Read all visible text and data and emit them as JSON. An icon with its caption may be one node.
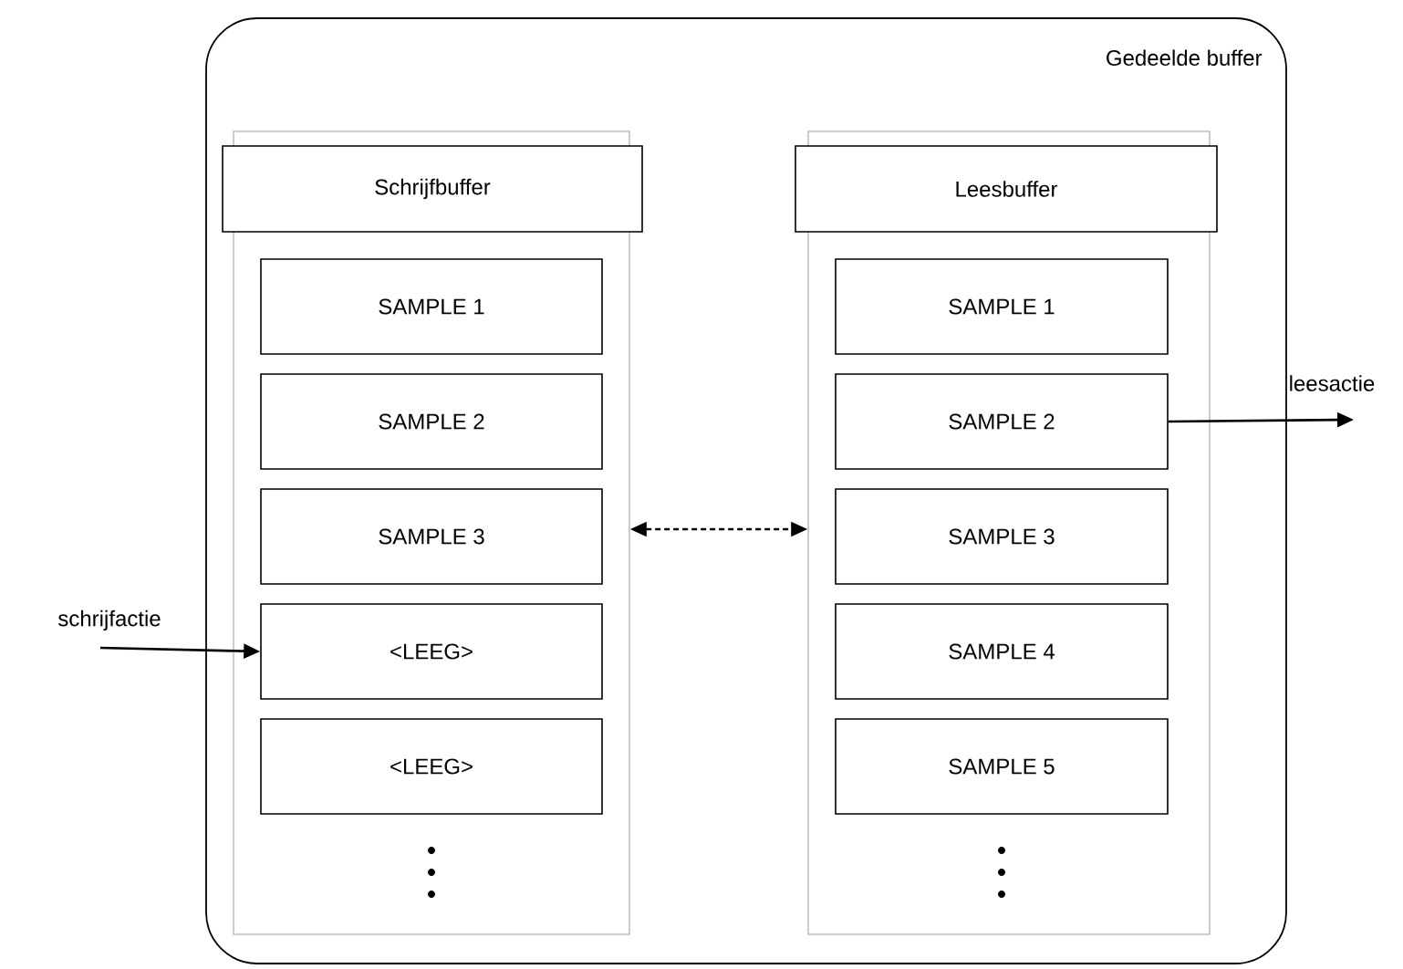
{
  "diagram": {
    "nodes": [
      {
        "text": [
          "Gedeelde buffer"
        ]
      },
      {
        "text": [
          "Schrijfbuffer"
        ],
        "in": 0
      },
      {
        "text": [
          "SAMPLE 1"
        ],
        "in": 1
      },
      {
        "text": [
          "SAMPLE 2"
        ],
        "in": 1
      },
      {
        "text": [
          "SAMPLE 3"
        ],
        "in": 1
      },
      {
        "text": [
          "<LEEG>"
        ],
        "in": 1
      },
      {
        "text": [
          "<LEEG>"
        ],
        "in": 1
      },
      {
        "text": [
          "Leesbuffer"
        ],
        "in": 0
      },
      {
        "text": [
          "SAMPLE 1"
        ],
        "in": 7
      },
      {
        "text": [
          "SAMPLE 2"
        ],
        "in": 7
      },
      {
        "text": [
          "SAMPLE 3"
        ],
        "in": 7
      },
      {
        "text": [
          "SAMPLE 4"
        ],
        "in": 7
      },
      {
        "text": [
          "SAMPLE 5"
        ],
        "in": 7
      }
    ],
    "edges": [
      {
        "from": 1,
        "to": 7,
        "arrow": "both",
        "style": "dashed"
      },
      {
        "from": null,
        "to": 5,
        "arrow": "to",
        "label": "schrijfactie"
      },
      {
        "from": 9,
        "to": null,
        "arrow": "to",
        "label": "leesactie"
      }
    ]
  }
}
